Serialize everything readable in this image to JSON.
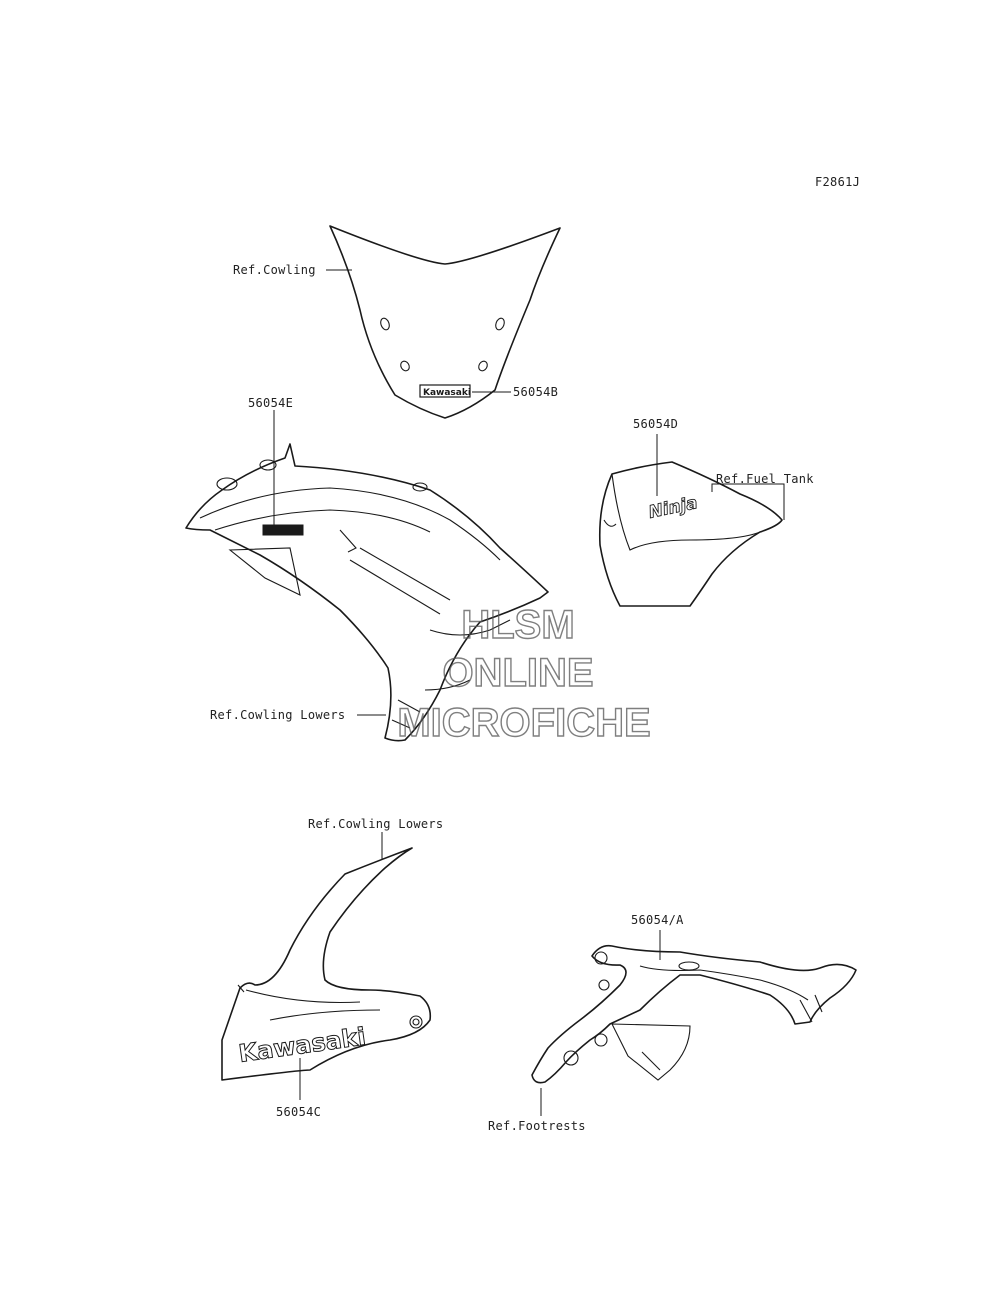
{
  "figure_code": "F2861J",
  "labels": {
    "ref_cowling": "Ref.Cowling",
    "part_56054b": "56054B",
    "part_56054e": "56054E",
    "part_56054d": "56054D",
    "ref_fuel_tank": "Ref.Fuel Tank",
    "ref_cowling_lowers_1": "Ref.Cowling Lowers",
    "ref_cowling_lowers_2": "Ref.Cowling Lowers",
    "part_56054c": "56054C",
    "part_56054a": "56054/A",
    "ref_footrests": "Ref.Footrests"
  },
  "decals": {
    "windscreen_logo": "Kawasaki",
    "tank_logo": "Ninja",
    "lower_cowl_logo": "Kawasaki"
  },
  "watermark": {
    "line1": "HLSM",
    "line2": "ONLINE",
    "line3": "MICROFICHE"
  }
}
